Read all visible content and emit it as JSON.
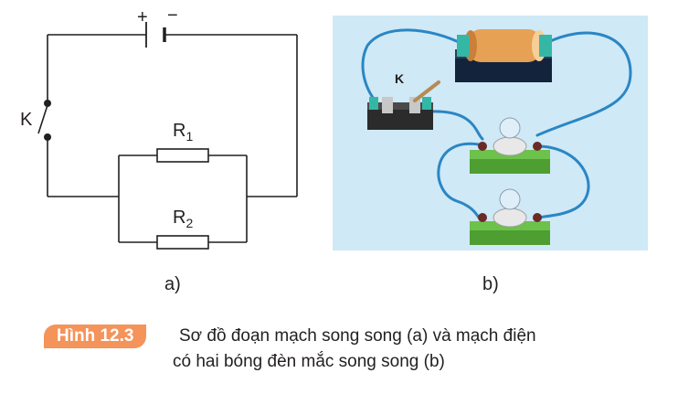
{
  "circuit_a": {
    "plus": "+",
    "minus": "−",
    "switch_label": "K",
    "r1_main": "R",
    "r1_sub": "1",
    "r2_main": "R",
    "r2_sub": "2",
    "sublabel": "a)"
  },
  "circuit_b": {
    "switch_label": "K",
    "sublabel": "b)"
  },
  "caption": {
    "badge": "Hình 12.3",
    "line1": "Sơ đồ đoạn mạch song song (a) và mạch điện",
    "line2": "có hai bóng đèn mắc song song (b)"
  },
  "colors": {
    "photo_bg": "#cfe9f6",
    "wire_blue": "#2a86c4",
    "base_green": "#6cc24a",
    "badge_orange": "#f4935a",
    "battery_orange": "#e6a155"
  }
}
